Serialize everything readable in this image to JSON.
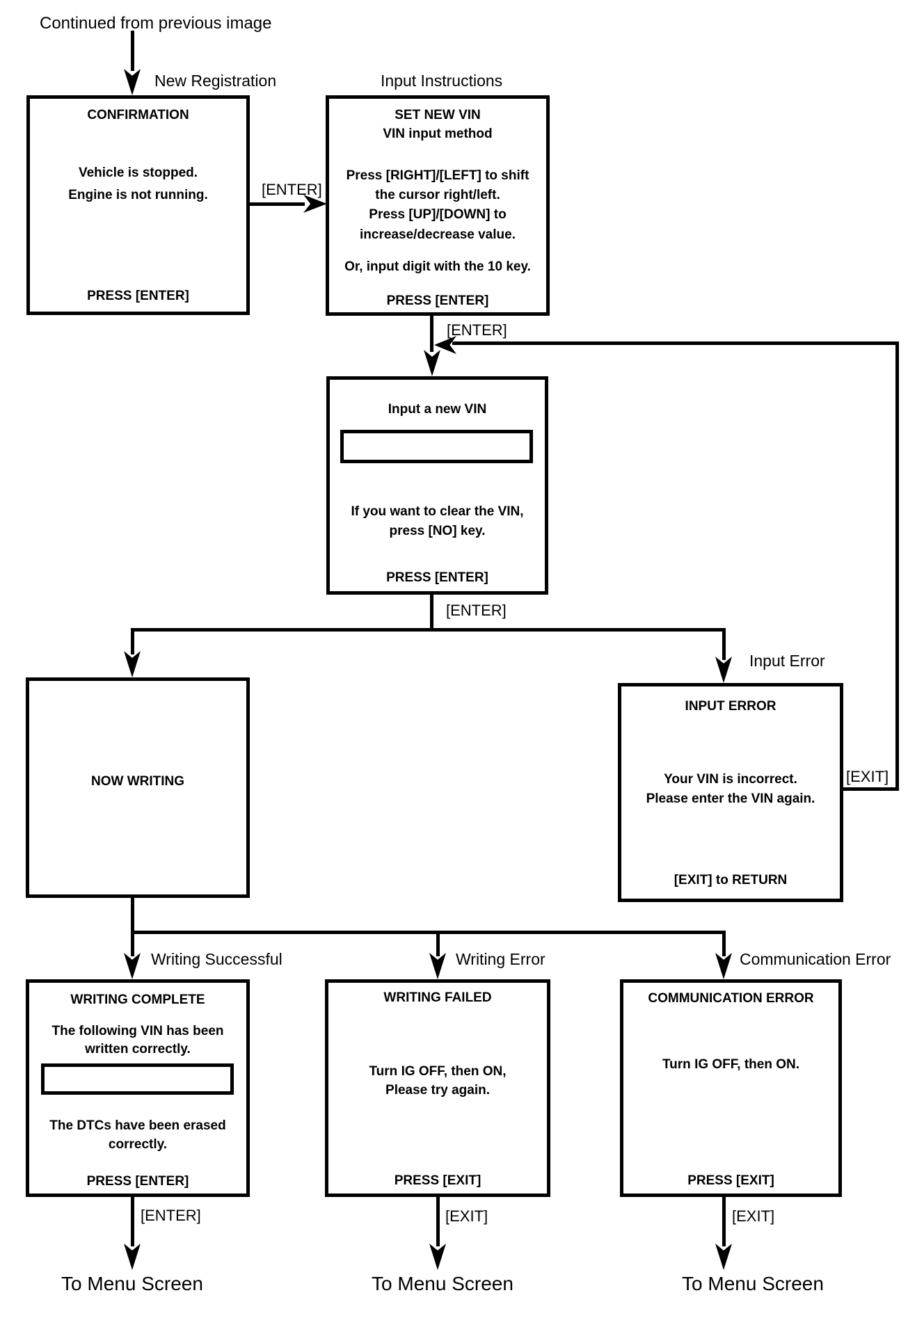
{
  "diagram": {
    "continued_label": "Continued from previous image",
    "colors": {
      "foreground": "#000000",
      "background": "#ffffff"
    }
  },
  "branch_labels": {
    "new_registration": "New Registration",
    "input_instructions": "Input Instructions",
    "input_error": "Input Error",
    "writing_successful": "Writing Successful",
    "writing_error": "Writing Error",
    "communication_error": "Communication Error"
  },
  "edge_labels": {
    "enter_to_instructions": "[ENTER]",
    "enter_from_instructions": "[ENTER]",
    "enter_from_input": "[ENTER]",
    "exit_feedback": "[EXIT]",
    "enter_bottom_left": "[ENTER]",
    "exit_bottom_mid": "[EXIT]",
    "exit_bottom_right": "[EXIT]"
  },
  "nodes": {
    "confirmation": {
      "title": "CONFIRMATION",
      "line1": "Vehicle is stopped.",
      "line2": "Engine is not running.",
      "footer": "PRESS [ENTER]"
    },
    "set_new_vin": {
      "title": "SET NEW VIN",
      "subtitle": "VIN input method",
      "line1": "Press [RIGHT]/[LEFT] to shift",
      "line2": "the cursor right/left.",
      "line3": "Press [UP]/[DOWN] to",
      "line4": "increase/decrease value.",
      "line5": "Or, input digit with the 10 key.",
      "footer": "PRESS [ENTER]"
    },
    "input_vin": {
      "title": "Input a new VIN",
      "field_value": "",
      "line1": "If you want to clear the VIN,",
      "line2": "press [NO] key.",
      "footer": "PRESS [ENTER]"
    },
    "now_writing": {
      "title": "NOW WRITING"
    },
    "input_error": {
      "title": "INPUT ERROR",
      "line1": "Your VIN is incorrect.",
      "line2": "Please enter the VIN again.",
      "footer": "[EXIT] to RETURN"
    },
    "writing_complete": {
      "title": "WRITING COMPLETE",
      "line1": "The following VIN has been",
      "line2": "written correctly.",
      "field_value": "",
      "line3": "The DTCs have been erased",
      "line4": "correctly.",
      "footer": "PRESS [ENTER]"
    },
    "writing_failed": {
      "title": "WRITING FAILED",
      "line1": "Turn IG OFF, then ON,",
      "line2": "Please try again.",
      "footer": "PRESS [EXIT]"
    },
    "communication_error": {
      "title": "COMMUNICATION ERROR",
      "line1": "Turn IG OFF, then ON.",
      "footer": "PRESS [EXIT]"
    }
  },
  "terminals": {
    "menu_left": "To Menu Screen",
    "menu_mid": "To Menu Screen",
    "menu_right": "To Menu Screen"
  }
}
